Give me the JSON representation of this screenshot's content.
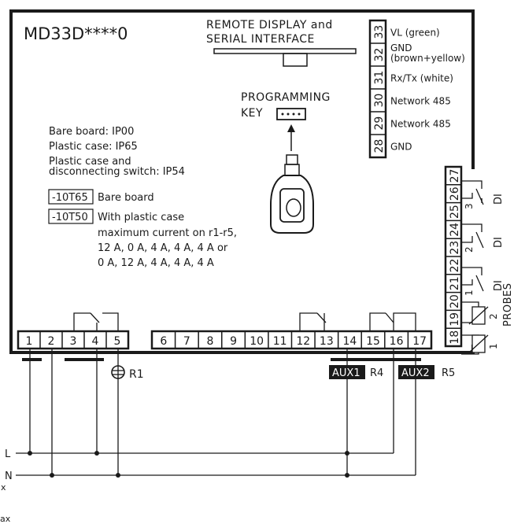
{
  "model": "MD33D****0",
  "remote_display": [
    "REMOTE DISPLAY and",
    "SERIAL INTERFACE"
  ],
  "programming_key": [
    "PROGRAMMING",
    "KEY"
  ],
  "protection": [
    "Bare board: IP00",
    "Plastic case: IP65",
    "Plastic case and",
    "disconnecting switch: IP54"
  ],
  "temp_codes": [
    {
      "code": "-10T65",
      "desc": "Bare board"
    },
    {
      "code": "-10T50",
      "desc": "With plastic case"
    }
  ],
  "current_note": [
    "maximum current on r1-r5,",
    "12 A, 0 A, 4 A, 4 A, 4 A or",
    "0 A, 12 A, 4 A, 4 A, 4 A"
  ],
  "serial_terminals": [
    {
      "num": "33",
      "label": [
        "VL (green)"
      ]
    },
    {
      "num": "32",
      "label": [
        "GND",
        "(brown+yellow)"
      ]
    },
    {
      "num": "31",
      "label": [
        "Rx/Tx (white)"
      ]
    },
    {
      "num": "30",
      "label": [
        "Network 485"
      ]
    },
    {
      "num": "29",
      "label": [
        "Network 485"
      ]
    },
    {
      "num": "28",
      "label": [
        "GND"
      ]
    }
  ],
  "right_terminals": [
    "27",
    "26",
    "25",
    "24",
    "23",
    "22",
    "21",
    "20",
    "19",
    "18"
  ],
  "bottom_terminals": [
    "1",
    "2",
    "3",
    "4",
    "5",
    "6",
    "7",
    "8",
    "9",
    "10",
    "11",
    "12",
    "13",
    "14",
    "15",
    "16",
    "17"
  ],
  "di_label": "DI",
  "di_numbers": [
    "3",
    "2",
    "1"
  ],
  "probes_label": "PROBES",
  "probe_numbers": [
    "2",
    "1"
  ],
  "outputs": {
    "r1": "R1",
    "aux1": "AUX1",
    "r4": "R4",
    "aux2": "AUX2",
    "r5": "R5"
  },
  "mains": {
    "l": "L",
    "n": "N"
  },
  "cut_text": [
    "x",
    "ax"
  ]
}
